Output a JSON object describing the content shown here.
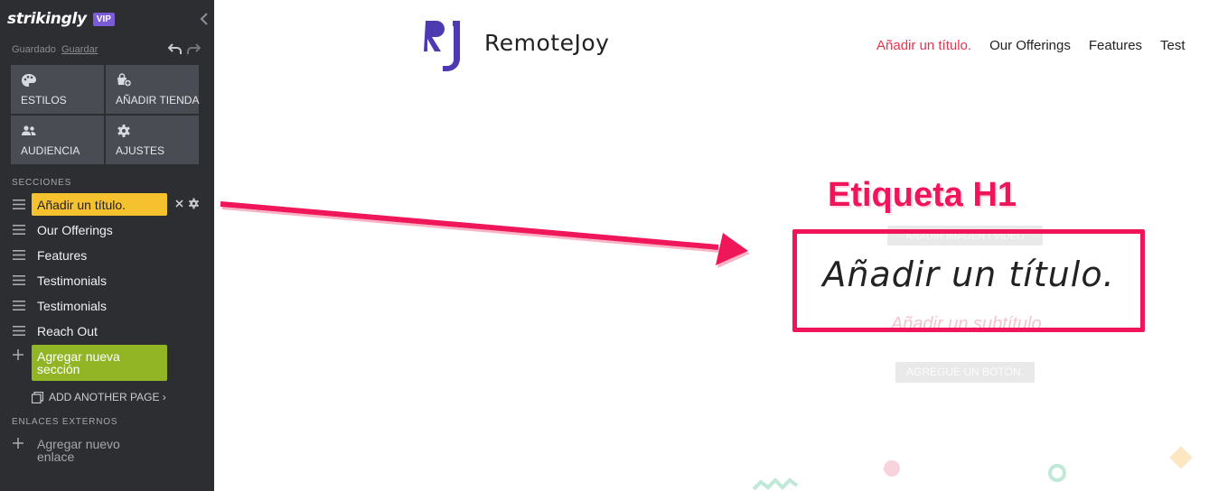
{
  "sidebar": {
    "brand": "strikingly",
    "badge": "VIP",
    "save_status": "Guardado",
    "save_link": "Guardar",
    "tools": [
      {
        "label": "ESTILOS",
        "icon": "palette-icon"
      },
      {
        "label": "AÑADIR TIENDA",
        "icon": "store-icon"
      },
      {
        "label": "AUDIENCIA",
        "icon": "audience-icon"
      },
      {
        "label": "AJUSTES",
        "icon": "gear-icon"
      }
    ],
    "sections_heading": "SECCIONES",
    "sections": [
      {
        "label": "Añadir un título.",
        "active": true
      },
      {
        "label": "Our Offerings"
      },
      {
        "label": "Features"
      },
      {
        "label": "Testimonials"
      },
      {
        "label": "Testimonials"
      },
      {
        "label": "Reach Out"
      }
    ],
    "add_section": "Agregar nueva sección",
    "add_page": "ADD ANOTHER PAGE ›",
    "external_heading": "ENLACES EXTERNOS",
    "add_link": "Agregar nuevo enlace"
  },
  "site": {
    "logo_letters": "RJ",
    "name": "RemoteJoy",
    "nav": [
      "Añadir un título.",
      "Our Offerings",
      "Features",
      "Test"
    ],
    "hero": {
      "media_button": "AÑADIR IMAGEN / VIDEO",
      "title": "Añadir un título.",
      "subtitle": "Añadir un subtítulo.",
      "cta": "AGREGUE UN BOTÓN."
    }
  },
  "annotation": {
    "label": "Etiqueta H1",
    "color": "#f0145a"
  },
  "colors": {
    "sidebar_bg": "#2d2e31",
    "tile_bg": "#4a4c53",
    "active_pill": "#f5c12e",
    "add_button": "#91b525",
    "nav_active": "#e8354e",
    "vip": "#7b5cd6"
  }
}
